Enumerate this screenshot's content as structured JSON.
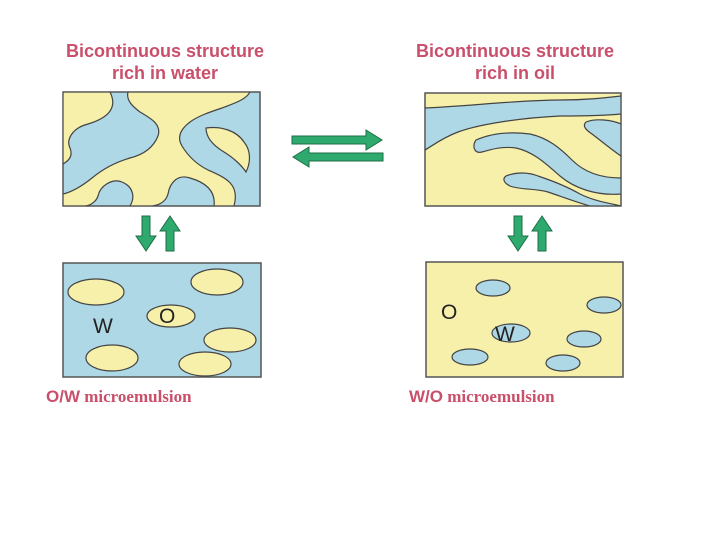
{
  "top_left": {
    "title_line1": "Bicontinuous structure",
    "title_line2": "rich in water"
  },
  "top_right": {
    "title_line1": "Bicontinuous structure",
    "title_line2": "rich in oil"
  },
  "bottom_left": {
    "label_water": "W",
    "label_oil": "O",
    "caption_system": "O/W",
    "caption_rest": " microemulsion"
  },
  "bottom_right": {
    "label_oil": "O",
    "label_water": "W",
    "caption_system": "W/O",
    "caption_rest": " microemulsion"
  },
  "colors": {
    "water": "#aed8e6",
    "oil": "#f7f0aa",
    "arrow": "#2eaa6e",
    "title": "#c94f6b"
  }
}
